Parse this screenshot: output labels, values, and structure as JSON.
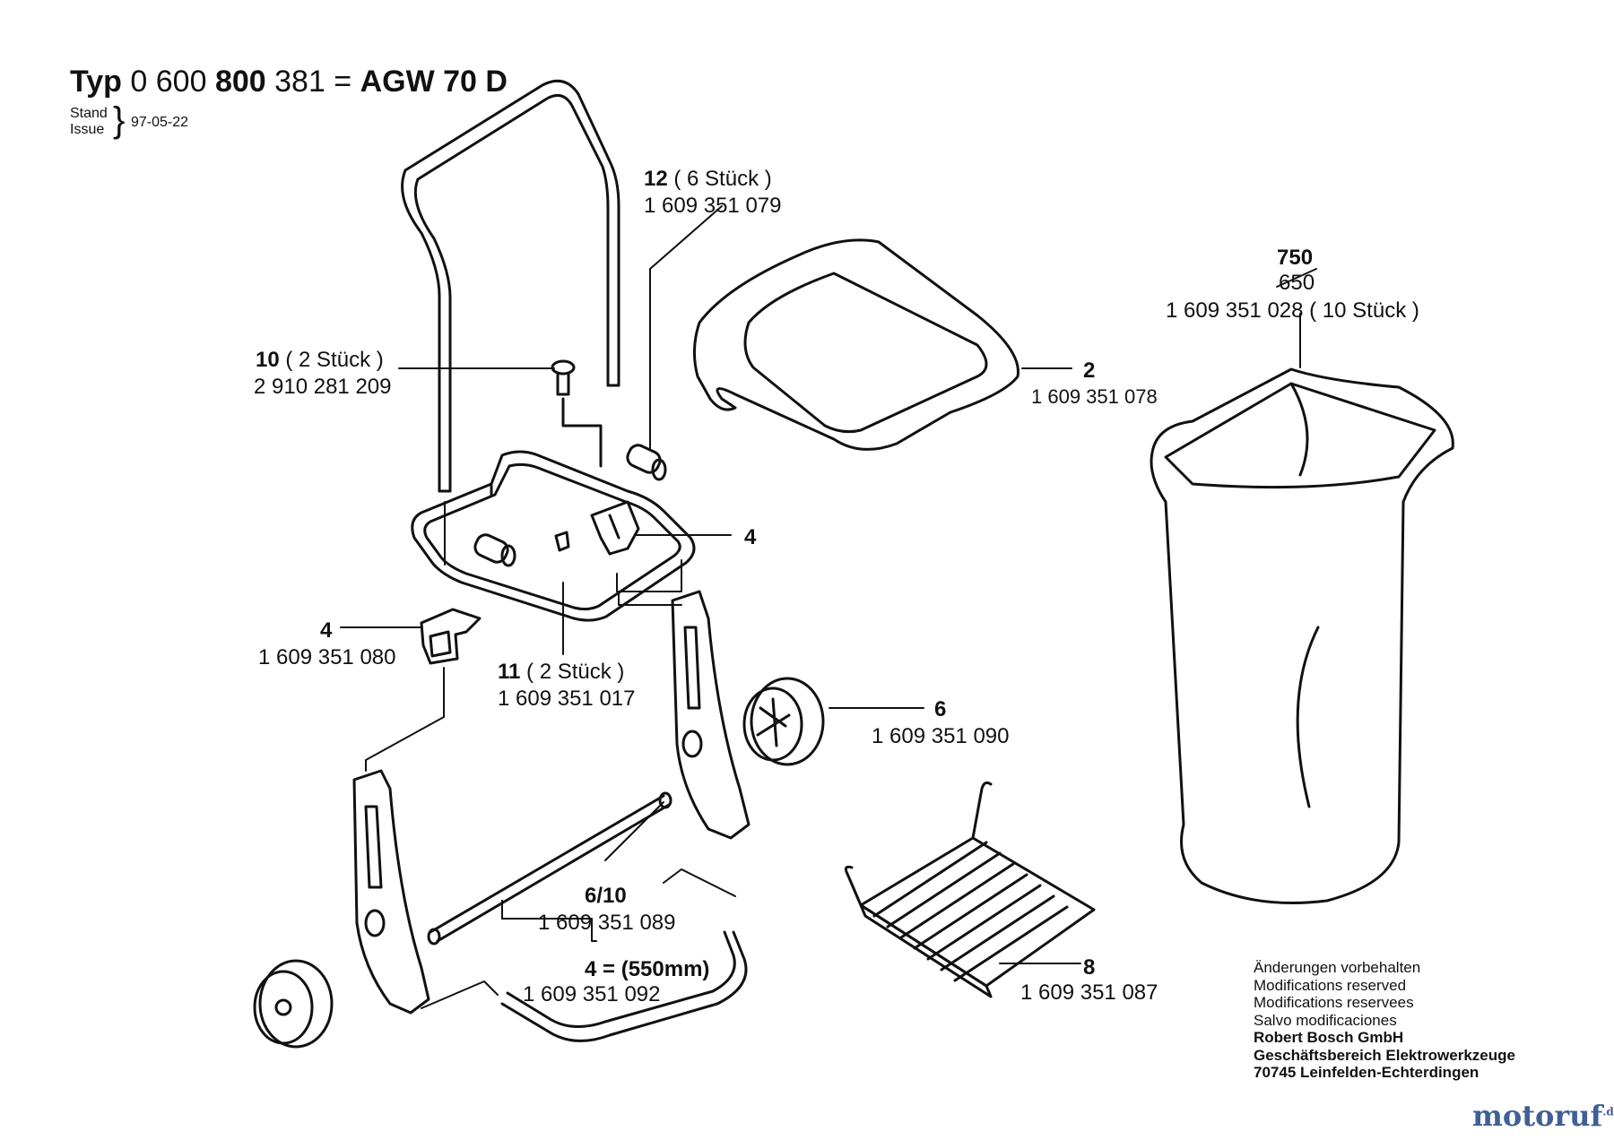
{
  "header": {
    "typ": "Typ",
    "num_a": "0 600",
    "num_b": "800",
    "num_c": "381 =",
    "model": "AGW 70 D",
    "stand_label": "Stand",
    "issue_label": "Issue",
    "brace": "}",
    "date": "97-05-22"
  },
  "callouts": {
    "p12_num": "12",
    "p12_qty": "( 6 Stück )",
    "p12_part": "1 609 351 079",
    "p10_num": "10",
    "p10_qty": "( 2 Stück )",
    "p10_part": "2 910 281 209",
    "p750_num": "750",
    "p750_old": "650",
    "p750_part": "1 609 351 028 ( 10 Stück )",
    "p2_num": "2",
    "p2_part": "1 609 351 078",
    "p4a_num": "4",
    "p4b_num": "4",
    "p4b_part": "1 609 351 080",
    "p11_num": "11",
    "p11_qty": "( 2 Stück )",
    "p11_part": "1 609 351 017",
    "p6_num": "6",
    "p6_part": "1 609 351 090",
    "p610_num": "6/10",
    "p610_part": "1 609 351 089",
    "p4c_text": "4 = (550mm)",
    "p4c_part": "1 609 351 092",
    "p8_num": "8",
    "p8_part": "1 609 351 087"
  },
  "notes": {
    "line1": "Änderungen vorbehalten",
    "line2": "Modifications reserved",
    "line3": "Modifications reservees",
    "line4": "Salvo modificaciones",
    "line5": "Robert Bosch GmbH",
    "line6": "Geschäftsbereich Elektrowerkzeuge",
    "line7": "70745 Leinfelden-Echterdingen"
  },
  "brand": {
    "name": "motoruf",
    "tld": ".de"
  },
  "colors": {
    "ink": "#111111",
    "brand": "#3f5f95"
  }
}
